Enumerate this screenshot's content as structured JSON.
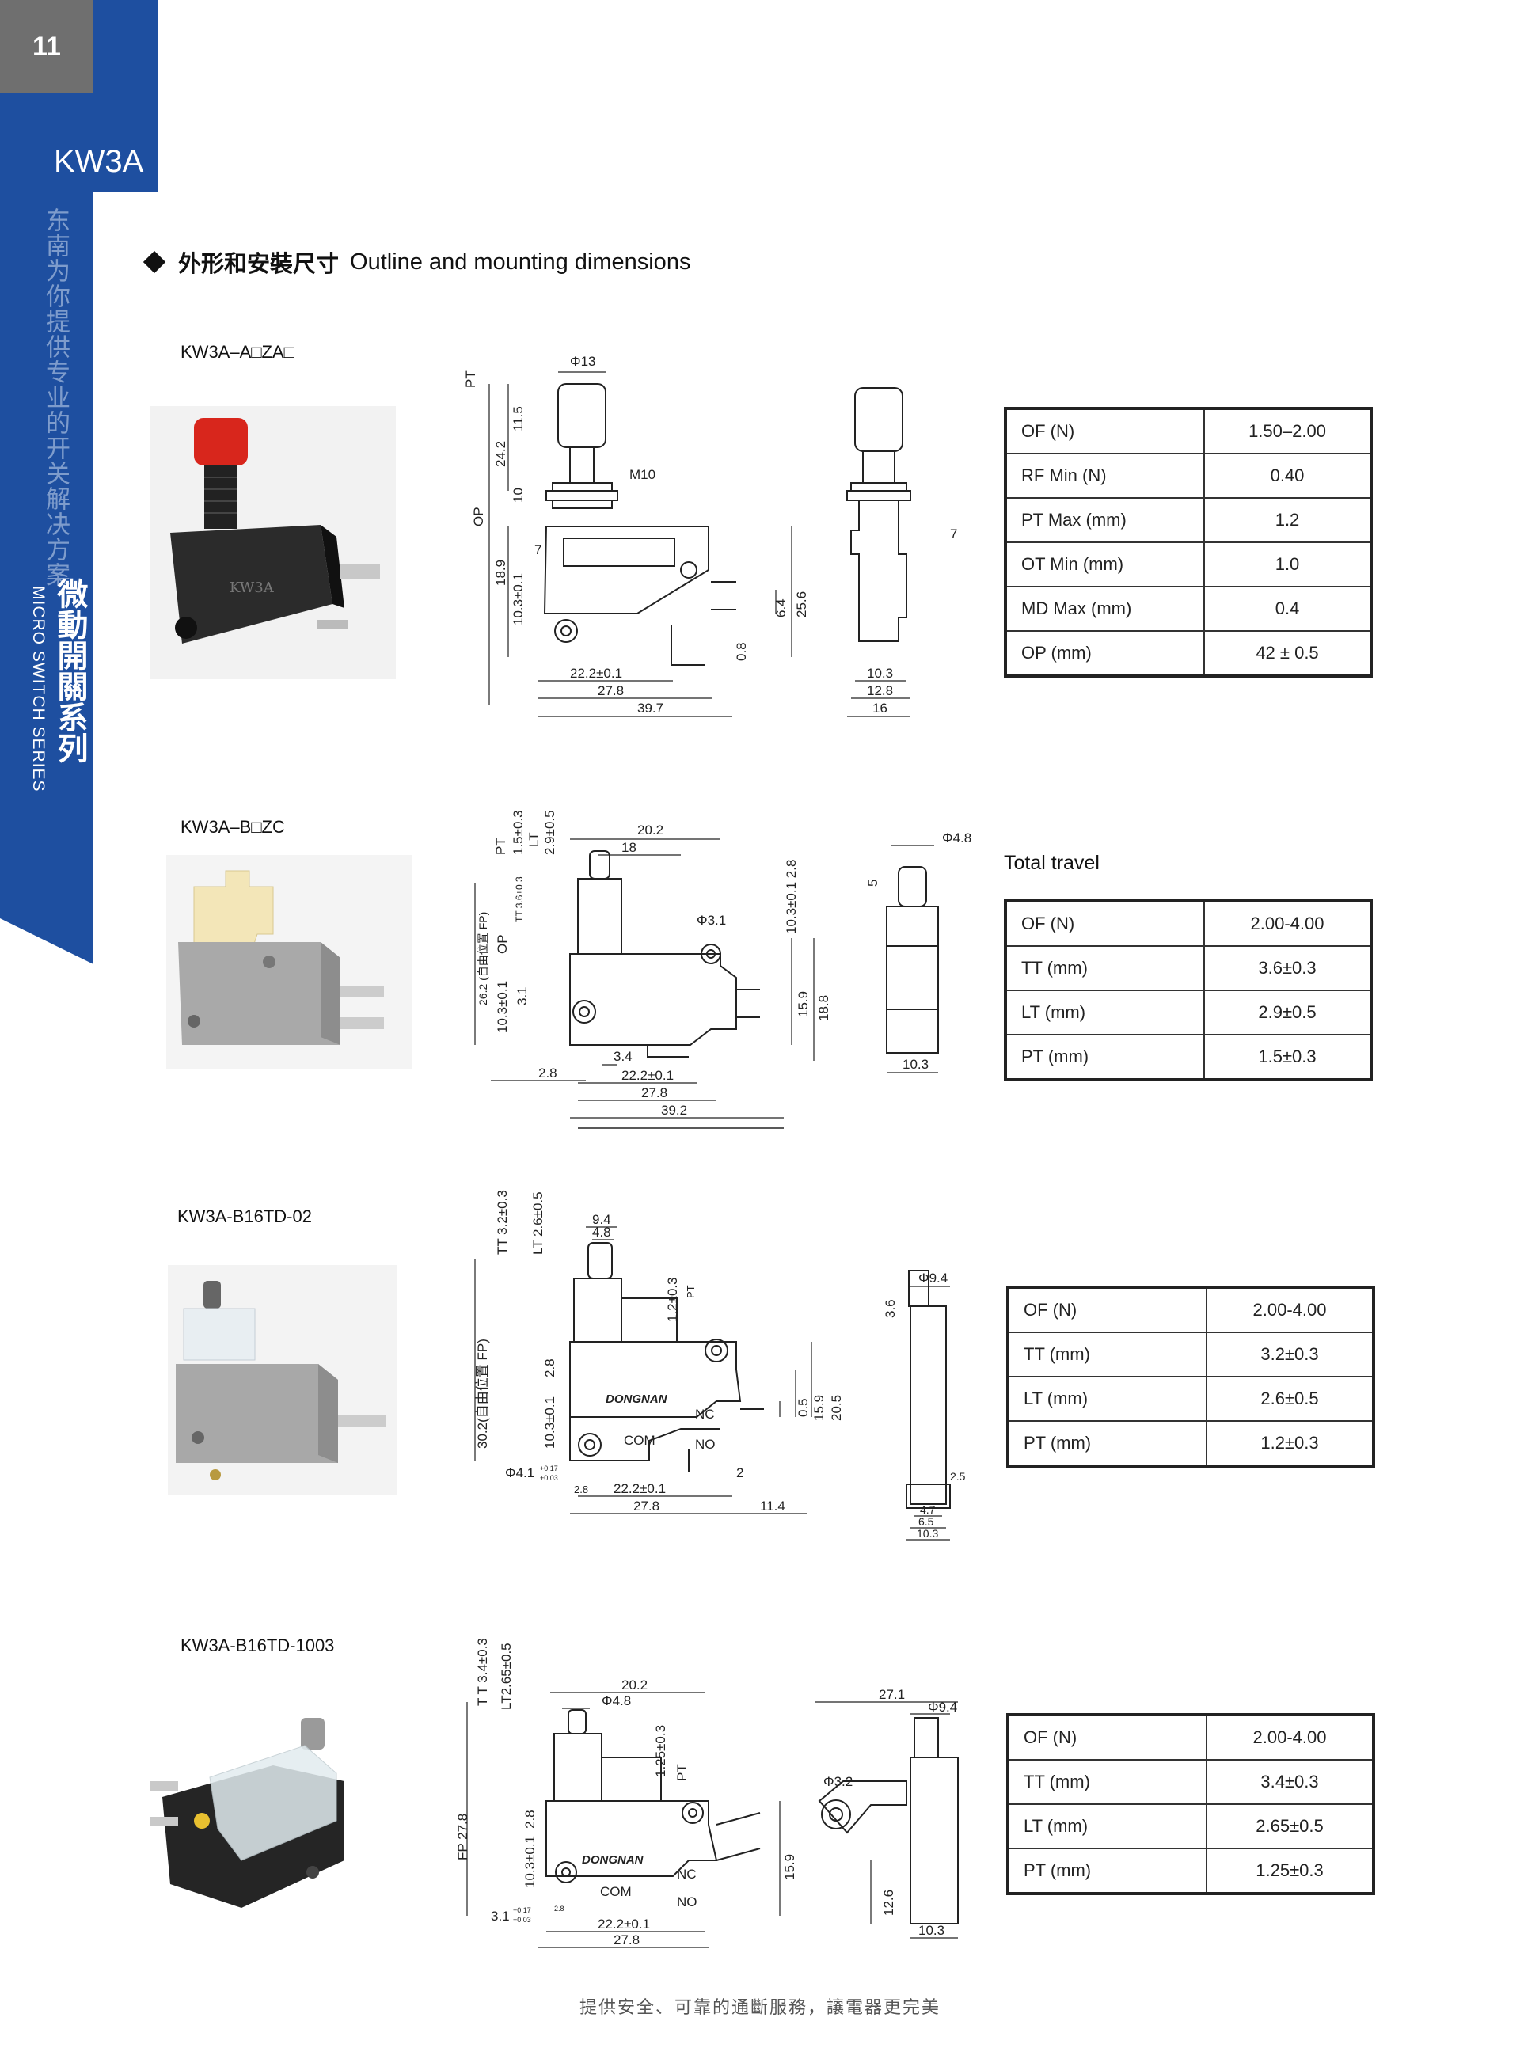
{
  "sidebar": {
    "page_number": "11",
    "series_code": "KW3A",
    "slogan": "东南为你提供专业的开关解决方案",
    "title_cn": "微動開關系列",
    "title_en": "MICRO SWITCH SERIES"
  },
  "section": {
    "title_cn": "外形和安裝尺寸",
    "title_en": "Outline and mounting dimensions"
  },
  "products": [
    {
      "model": "KW3A–A□ZA□",
      "photo_text": "KW3A",
      "dims": [
        "Φ13",
        "PT",
        "11.5",
        "24.2",
        "10",
        "OP",
        "M10",
        "7",
        "18.9",
        "10.3±0.1",
        "6.4",
        "25.6",
        "0.8",
        "22.2±0.1",
        "27.8",
        "39.7",
        "7",
        "10.3",
        "12.8",
        "16"
      ],
      "specs": [
        {
          "label": "OF (N)",
          "value": "1.50–2.00"
        },
        {
          "label": "RF Min (N)",
          "value": "0.40"
        },
        {
          "label": "PT Max (mm)",
          "value": "1.2"
        },
        {
          "label": "OT Min (mm)",
          "value": "1.0"
        },
        {
          "label": "MD Max (mm)",
          "value": "0.4"
        },
        {
          "label": "OP (mm)",
          "value": "42 ± 0.5"
        }
      ]
    },
    {
      "model": "KW3A–B□ZC",
      "table_title": "Total travel",
      "dims": [
        "PT",
        "1.5±0.3",
        "LT",
        "2.9±0.5",
        "20.2",
        "18",
        "FP (自由位置 FP)",
        "TT 3.6±0.3",
        "OP",
        "Φ3.1",
        "10.3±0.1 2.8",
        "26.2 (自由位置 FP)",
        "10.3±0.1",
        "3.1",
        "15.9",
        "18.8",
        "3.4",
        "2.8",
        "22.2±0.1",
        "27.8",
        "39.2",
        "Φ4.8",
        "5",
        "10.3"
      ],
      "specs": [
        {
          "label": "OF (N)",
          "value": "2.00-4.00"
        },
        {
          "label": "TT (mm)",
          "value": "3.6±0.3"
        },
        {
          "label": "LT (mm)",
          "value": "2.9±0.5"
        },
        {
          "label": "PT (mm)",
          "value": "1.5±0.3"
        }
      ]
    },
    {
      "model": "KW3A-B16TD-02",
      "dims": [
        "TT 3.2±0.3",
        "LT 2.6±0.5",
        "9.4",
        "4.8",
        "1.2±0.3",
        "PT",
        "30.2(自由位置 FP)",
        "2.8",
        "10.3±0.1",
        "DONGNAN",
        "NC",
        "COM",
        "NO",
        "0.5",
        "15.9",
        "20.5",
        "Φ4.1",
        "+0.17",
        "+0.03",
        "2.8",
        "22.2±0.1",
        "27.8",
        "2",
        "11.4",
        "Φ9.4",
        "3.6",
        "2.5",
        "4.7",
        "6.5",
        "10.3"
      ],
      "specs": [
        {
          "label": "OF (N)",
          "value": "2.00-4.00"
        },
        {
          "label": "TT (mm)",
          "value": "3.2±0.3"
        },
        {
          "label": "LT (mm)",
          "value": "2.6±0.5"
        },
        {
          "label": "PT (mm)",
          "value": "1.2±0.3"
        }
      ]
    },
    {
      "model": "KW3A-B16TD-1003",
      "dims": [
        "T T 3.4±0.3",
        "LT2.65±0.5",
        "20.2",
        "Φ4.8",
        "1.25±0.3",
        "PT",
        "FP 27.8",
        "2.8",
        "10.3±0.1",
        "DONGNAN",
        "NC",
        "COM",
        "NO",
        "15.9",
        "3.1",
        "+0.17",
        "+0.03",
        "2.8",
        "22.2±0.1",
        "27.8",
        "27.1",
        "Φ9.4",
        "Φ3.2",
        "12.6",
        "10.3"
      ],
      "specs": [
        {
          "label": "OF (N)",
          "value": "2.00-4.00"
        },
        {
          "label": "TT (mm)",
          "value": "3.4±0.3"
        },
        {
          "label": "LT (mm)",
          "value": "2.65±0.5"
        },
        {
          "label": "PT (mm)",
          "value": "1.25±0.3"
        }
      ]
    }
  ],
  "footer": "提供安全、可靠的通斷服務，讓電器更完美",
  "colors": {
    "brand_blue": "#1e4fa0",
    "tab_gray": "#6f6f6f"
  }
}
